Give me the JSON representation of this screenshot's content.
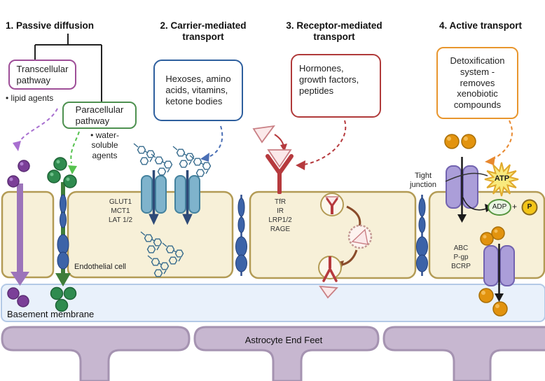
{
  "headers": {
    "passive": "1. Passive diffusion",
    "carrier": "2. Carrier-mediated\ntransport",
    "receptor": "3. Receptor-mediated\ntransport",
    "active": "4. Active transport"
  },
  "passive": {
    "transcellular_label": "Transcellular\npathway",
    "transcellular_bullet": "•  lipid agents",
    "paracellular_label": "Paracellular\npathway",
    "paracellular_bullet": "•  water-\nsoluble\nagents"
  },
  "carrier": {
    "substrates": "Hexoses, amino\nacids, vitamins,\nketone bodies",
    "transporter_names": "GLUT1\nMCT1\nLAT 1/2"
  },
  "receptor": {
    "substrates": "Hormones,\ngrowth factors,\npeptides",
    "receptor_names": "TfR\nIR\nLRP1/2\nRAGE"
  },
  "active": {
    "description": "Detoxification\nsystem -\nremoves\nxenobiotic\ncompounds",
    "transporter_names": "ABC\nP-gp\nBCRP",
    "atp_label": "ATP",
    "adp_label": "ADP",
    "plus_sign": "+",
    "phosphate_label": "P"
  },
  "structures": {
    "endothelial_cell": "Endothelial cell",
    "tight_junction": "Tight\njunction",
    "basement_membrane": "Basement membrane",
    "astrocyte_end_feet": "Astrocyte End Feet"
  },
  "colors": {
    "transcellular_accent": "#9e4f98",
    "paracellular_accent": "#4e9150",
    "carrier_accent": "#2e5f9e",
    "receptor_accent": "#b03a3a",
    "active_accent": "#e8962e",
    "cell_fill": "#f7f0d8",
    "cell_border": "#b39b55",
    "tight_junction_blue": "#3c63a8",
    "membrane_fill": "#e9f1fb",
    "astrocyte_fill": "#c7b7d0",
    "lipid_agent_purple": "#7b3f98",
    "water_agent_green": "#2f8b4f",
    "xenobiotic_orange": "#e2930e",
    "carrier_protein_blue": "#7fb3cc",
    "pump_purple": "#ab9ed9",
    "atp_yellow": "#f9ea7e"
  }
}
